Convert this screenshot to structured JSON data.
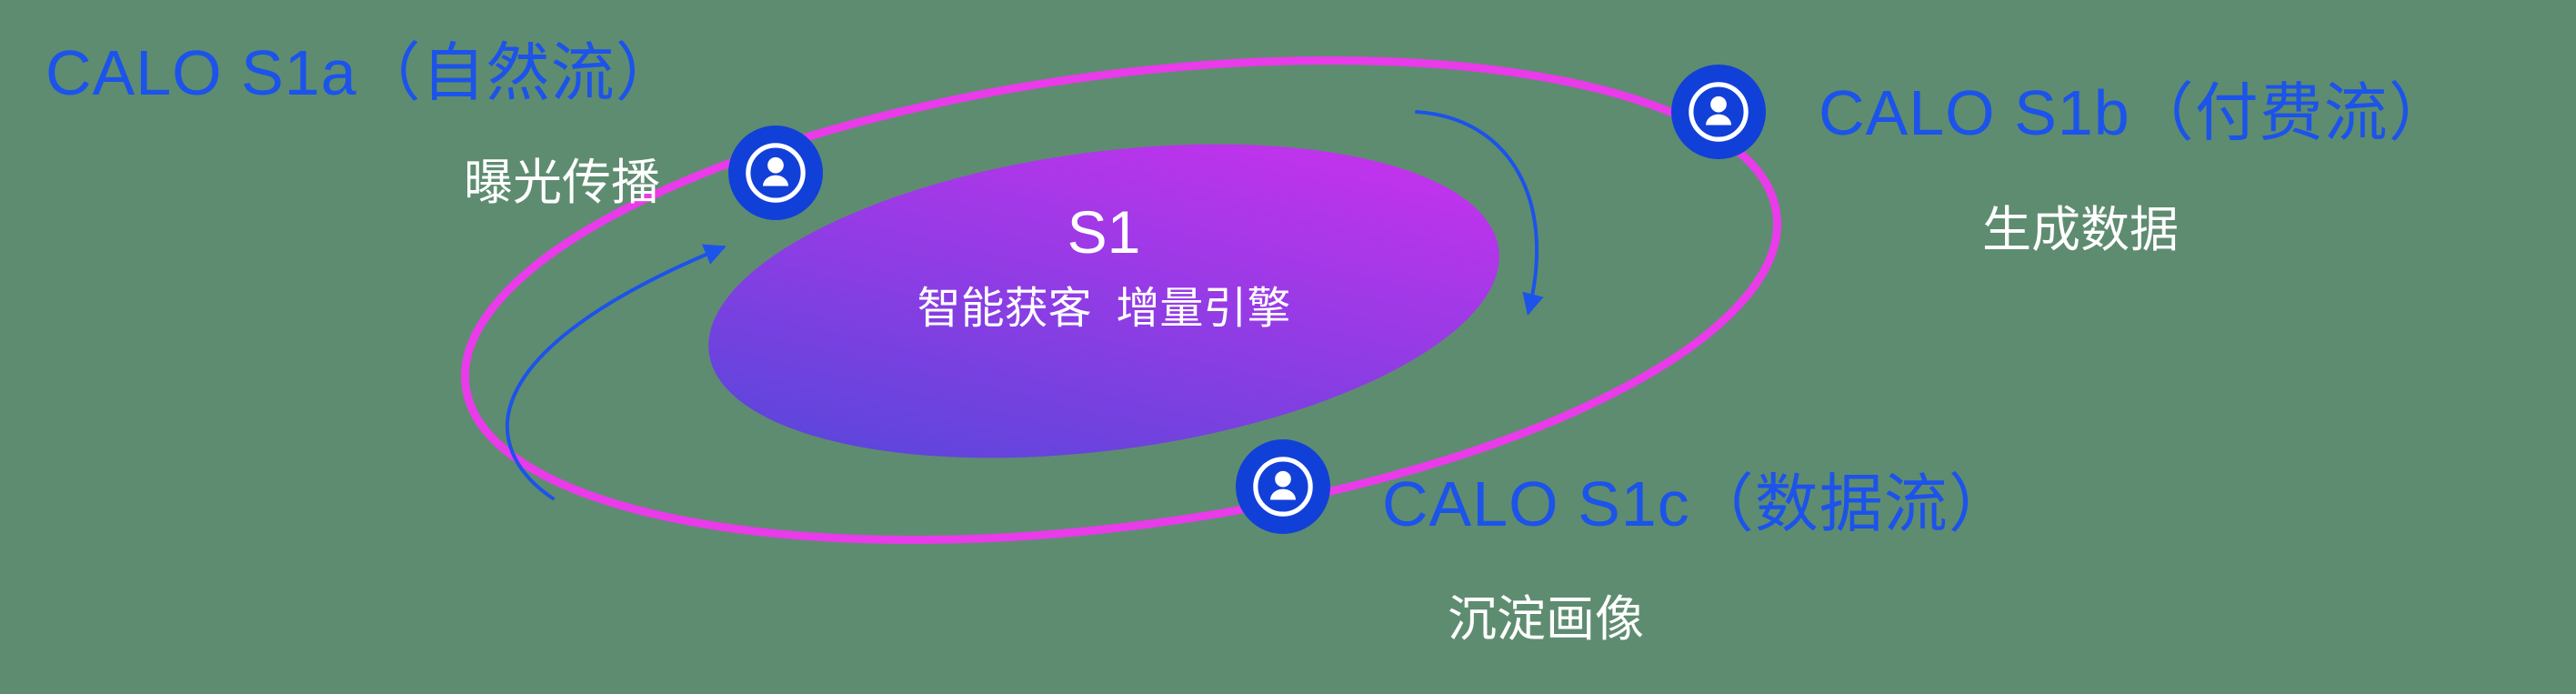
{
  "diagram": {
    "core": {
      "title": "S1",
      "subtitle": "智能获客  增量引擎"
    },
    "nodes": [
      {
        "id": "s1a",
        "label": "CALO S1a（自然流）",
        "subtitle": "曝光传播",
        "icon": "user-icon"
      },
      {
        "id": "s1b",
        "label": "CALO S1b（付费流）",
        "subtitle": "生成数据",
        "icon": "user-icon"
      },
      {
        "id": "s1c",
        "label": "CALO S1c（数据流）",
        "subtitle": "沉淀画像",
        "icon": "user-icon"
      }
    ],
    "arrows": [
      {
        "name": "rotation-arrow-left",
        "direction": "clockwise"
      },
      {
        "name": "rotation-arrow-right",
        "direction": "clockwise"
      }
    ],
    "colors": {
      "background": "#5e8c70",
      "heading_blue": "#1c53ea",
      "subtitle_white": "#ffffff",
      "orbit_ring": "#e93be9",
      "core_gradient_start": "#4b49d8",
      "core_gradient_end": "#d52ff0",
      "node_fill": "#1140d8",
      "arrow_blue": "#1c53ea"
    }
  }
}
